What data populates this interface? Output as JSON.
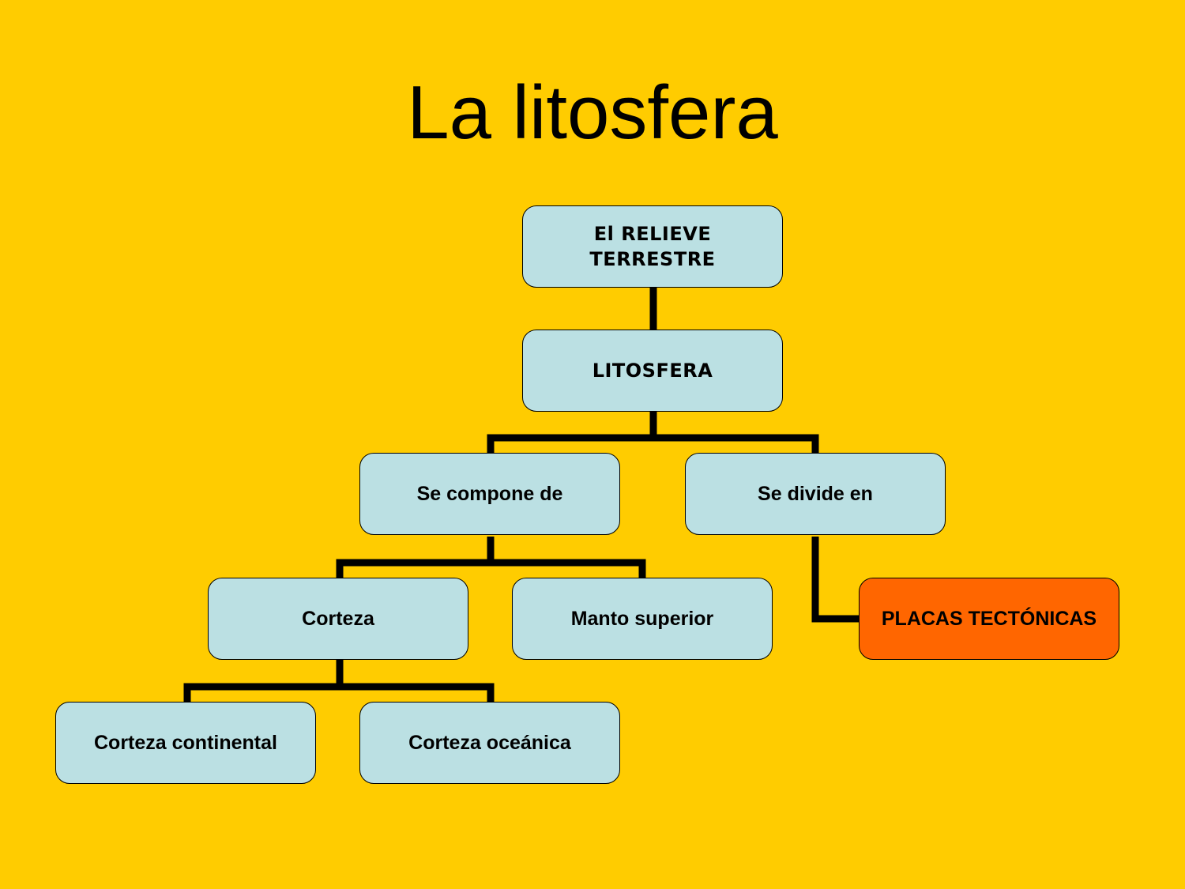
{
  "title": "La litosfera",
  "diagram": {
    "colors": {
      "background": "#FFCC00",
      "node_fill": "#BBE0E3",
      "highlight_fill": "#FF6600",
      "connector": "#000000"
    },
    "nodes": {
      "relieve": {
        "line1": "El RELIEVE",
        "line2": "TERRESTRE"
      },
      "litosfera": "LITOSFERA",
      "compone": "Se compone de",
      "divide": "Se divide en",
      "corteza": "Corteza",
      "manto": "Manto superior",
      "placas": "PLACAS TECTÓNICAS",
      "continental": "Corteza continental",
      "oceanica": "Corteza oceánica"
    },
    "edges": [
      [
        "relieve",
        "litosfera"
      ],
      [
        "litosfera",
        "compone"
      ],
      [
        "litosfera",
        "divide"
      ],
      [
        "compone",
        "corteza"
      ],
      [
        "compone",
        "manto"
      ],
      [
        "divide",
        "placas"
      ],
      [
        "corteza",
        "continental"
      ],
      [
        "corteza",
        "oceanica"
      ]
    ]
  }
}
